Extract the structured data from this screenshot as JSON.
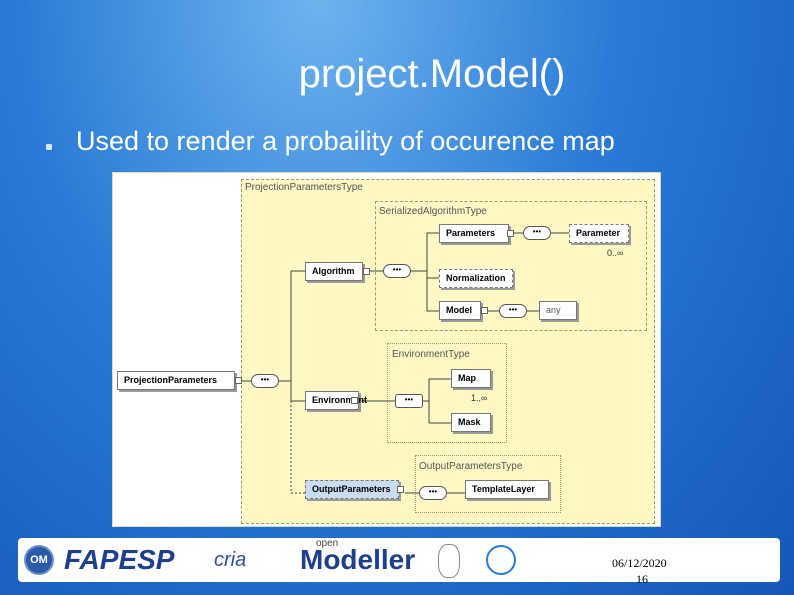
{
  "slide": {
    "title": "project.Model()",
    "bullet": "Used to render a probaility of occurence map",
    "date": "06/12/2020",
    "page_number": "16"
  },
  "diagram": {
    "types": {
      "projection": "ProjectionParametersType",
      "algorithm": "SerializedAlgorithmType",
      "environment": "EnvironmentType",
      "output": "OutputParametersType"
    },
    "nodes": {
      "projection_parameters": "ProjectionParameters",
      "algorithm": "Algorithm",
      "parameters": "Parameters",
      "parameter": "Parameter",
      "normalization": "Normalization",
      "model": "Model",
      "any": "any",
      "environment": "Environment",
      "map": "Map",
      "mask": "Mask",
      "output_parameters": "OutputParameters",
      "template_layer": "TemplateLayer"
    },
    "occurrences": {
      "parameter": "0..∞",
      "map": "1..∞"
    }
  },
  "footer": {
    "logos": [
      "OM",
      "FAPESP",
      "cria",
      "open",
      "Modeller"
    ]
  }
}
